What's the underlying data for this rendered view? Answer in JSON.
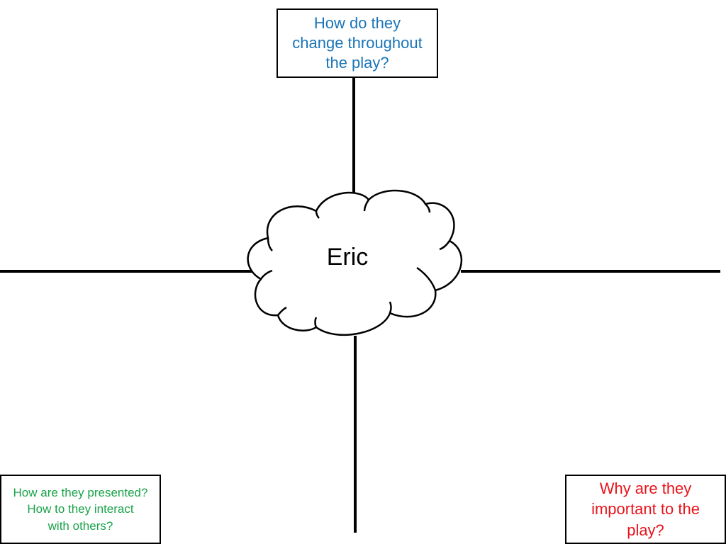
{
  "center": {
    "label": "Eric"
  },
  "boxes": {
    "top": {
      "text": "How do they\nchange throughout\nthe play?",
      "color": "#1a75b8"
    },
    "bottom_left": {
      "text": "How are they presented?\nHow to they interact\nwith others?",
      "color": "#1aa34a"
    },
    "bottom_right": {
      "text": "Why are they\nimportant to the\nplay?",
      "color": "#e8141b"
    }
  },
  "colors": {
    "line": "#000000",
    "background": "#ffffff"
  }
}
